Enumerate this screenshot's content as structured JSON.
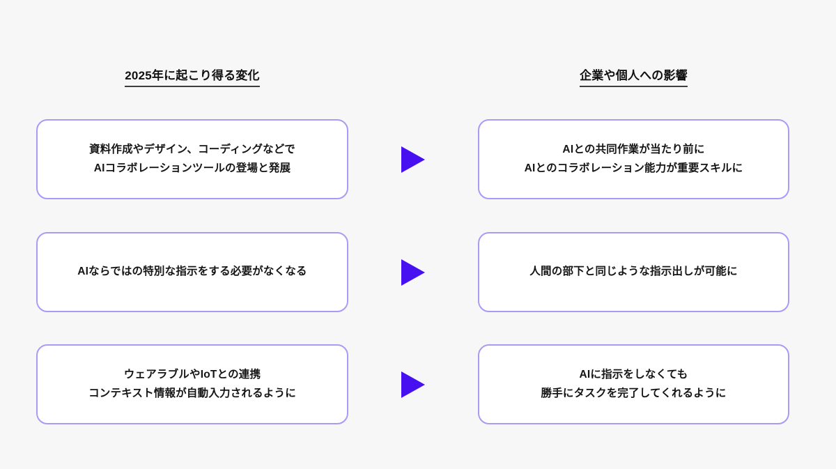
{
  "page": {
    "background_color": "#f7f7f7",
    "text_color": "#151515",
    "card_background": "#ffffff",
    "card_border_color": "#a79bf4",
    "arrow_color": "#4610f0",
    "header_underline_color": "#3d3d3d"
  },
  "headers": {
    "left": "2025年に起こり得る変化",
    "right": "企業や個人への影響"
  },
  "rows": [
    {
      "left": "資料作成やデザイン、コーディングなどで\nAIコラボレーションツールの登場と発展",
      "arrow_icon": "triangle-right-icon",
      "right": "AIとの共同作業が当たり前に\nAIとのコラボレーション能力が重要スキルに"
    },
    {
      "left": "AIならではの特別な指示をする必要がなくなる",
      "arrow_icon": "triangle-right-icon",
      "right": "人間の部下と同じような指示出しが可能に"
    },
    {
      "left": "ウェアラブルやIoTとの連携\nコンテキスト情報が自動入力されるように",
      "arrow_icon": "triangle-right-icon",
      "right": "AIに指示をしなくても\n勝手にタスクを完了してくれるように"
    }
  ]
}
